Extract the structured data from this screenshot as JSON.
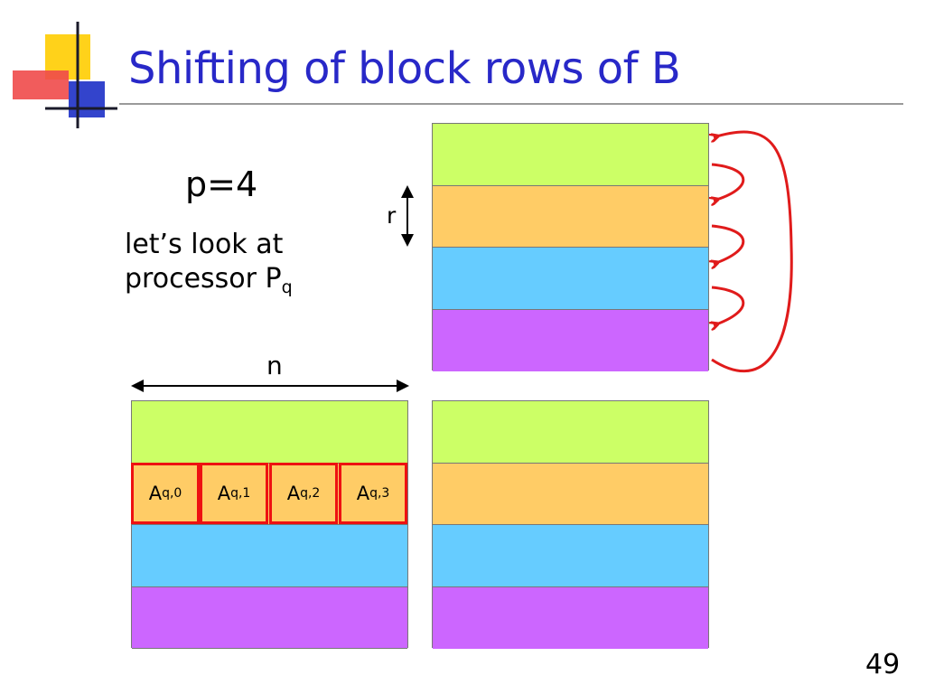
{
  "slide": {
    "title": "Shifting of block rows of B",
    "p_label": "p=4",
    "desc_line1": "let’s look at",
    "desc_line2_prefix": "processor P",
    "desc_line2_sub": "q",
    "r_label": "r",
    "n_label": "n",
    "page_number": "49"
  },
  "colors": {
    "title": "#2828c8",
    "row_colors": [
      "#ccff66",
      "#ffcc66",
      "#66ccff",
      "#cc66ff"
    ],
    "arrow": "#e01b1b",
    "block_border": "#ee1111"
  },
  "a_blocks": [
    {
      "base": "A",
      "sub": "q,0"
    },
    {
      "base": "A",
      "sub": "q,1"
    },
    {
      "base": "A",
      "sub": "q,2"
    },
    {
      "base": "A",
      "sub": "q,3"
    }
  ],
  "icons": {
    "logo": "decorative-squares-logo",
    "shift_arrows": "curved-arrow-icon",
    "dimension_arrows": "double-arrow-icon"
  }
}
